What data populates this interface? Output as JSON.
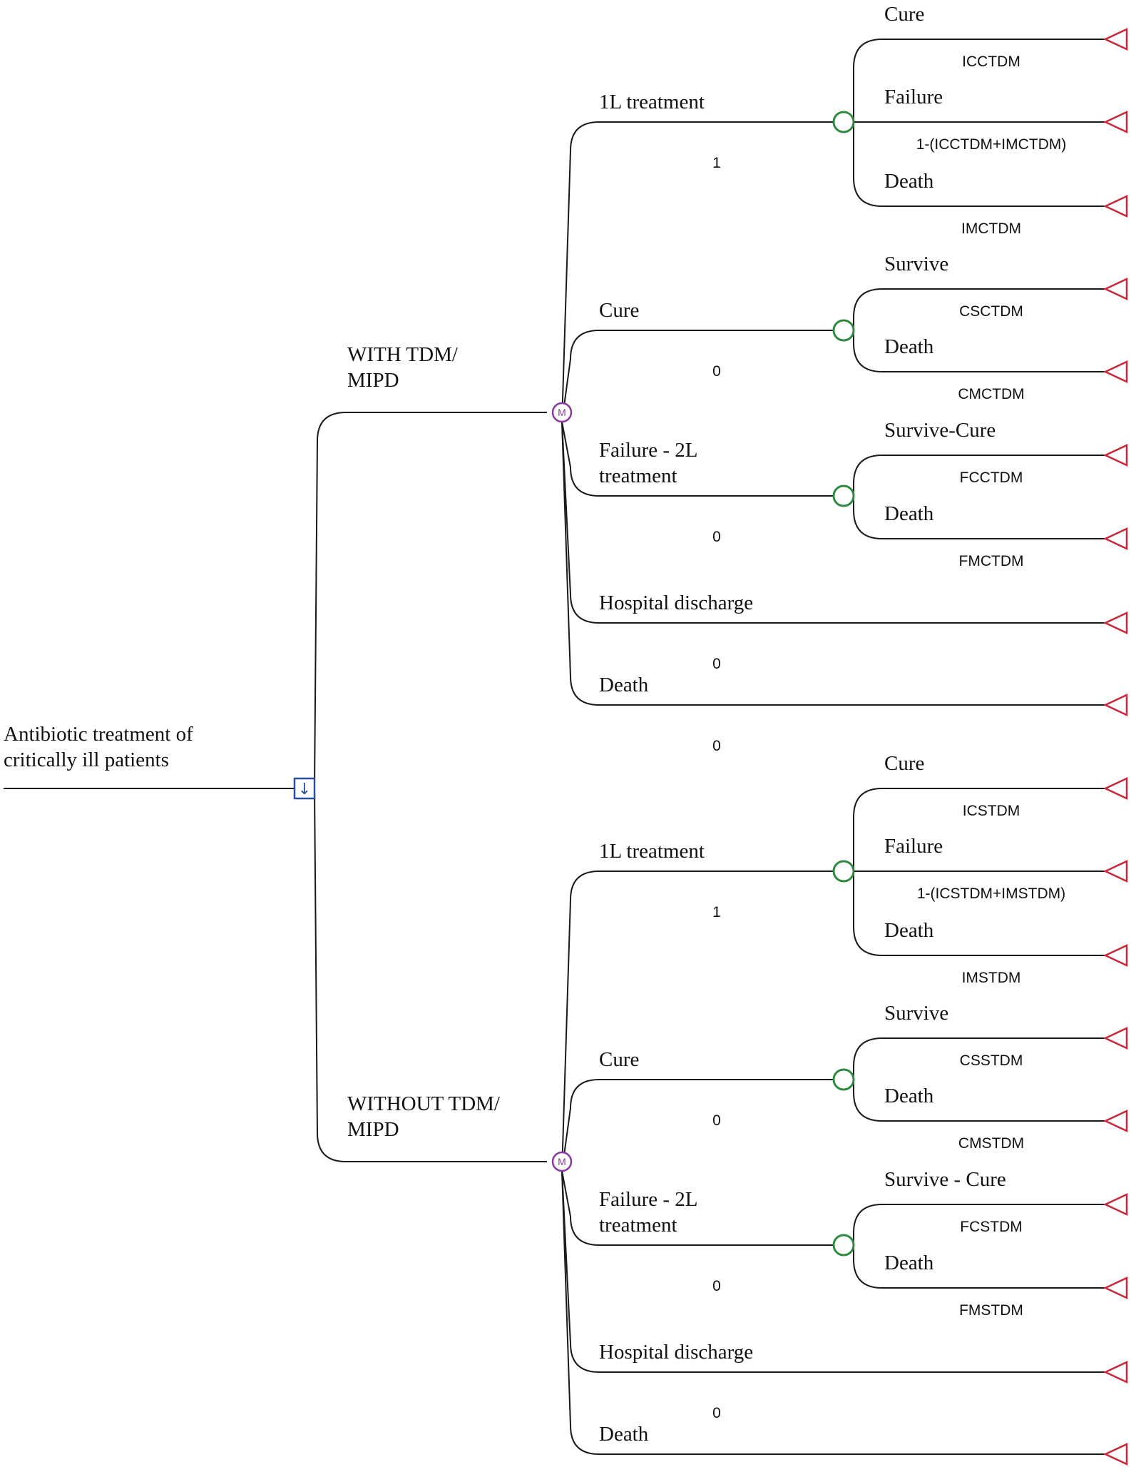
{
  "colors": {
    "line": "#1a1a1a",
    "decision_node": "#2a4f9e",
    "markov_node": "#8a3a9e",
    "chance_node": "#2e8b3e",
    "terminal_node": "#c8283a"
  },
  "icons": {
    "decision": "decision-square-icon",
    "markov": "markov-circle-icon",
    "chance": "chance-circle-icon",
    "terminal": "terminal-triangle-icon"
  },
  "root": {
    "label_lines": [
      "Antibiotic treatment of",
      "critically ill patients"
    ],
    "node_symbol": "↓",
    "arms": [
      {
        "label_lines": [
          "WITH TDM/",
          "MIPD"
        ],
        "node_symbol": "M",
        "states": [
          {
            "label_lines": [
              "1L treatment"
            ],
            "prob": "1",
            "outcomes": [
              {
                "label": "Cure",
                "prob": "ICCTDM"
              },
              {
                "label": "Failure",
                "prob": "1-(ICCTDM+IMCTDM)"
              },
              {
                "label": "Death",
                "prob": "IMCTDM"
              }
            ]
          },
          {
            "label_lines": [
              "Cure"
            ],
            "prob": "0",
            "outcomes": [
              {
                "label": "Survive",
                "prob": "CSCTDM"
              },
              {
                "label": "Death",
                "prob": "CMCTDM"
              }
            ]
          },
          {
            "label_lines": [
              "Failure - 2L",
              "treatment"
            ],
            "prob": "0",
            "outcomes": [
              {
                "label": "Survive-Cure",
                "prob": "FCCTDM"
              },
              {
                "label": "Death",
                "prob": "FMCTDM"
              }
            ]
          },
          {
            "label_lines": [
              "Hospital discharge"
            ],
            "prob": "0",
            "outcomes": []
          },
          {
            "label_lines": [
              "Death"
            ],
            "prob": "0",
            "outcomes": []
          }
        ]
      },
      {
        "label_lines": [
          "WITHOUT TDM/",
          "MIPD"
        ],
        "node_symbol": "M",
        "states": [
          {
            "label_lines": [
              "1L treatment"
            ],
            "prob": "1",
            "outcomes": [
              {
                "label": "Cure",
                "prob": "ICSTDM"
              },
              {
                "label": "Failure",
                "prob": "1-(ICSTDM+IMSTDM)"
              },
              {
                "label": "Death",
                "prob": "IMSTDM"
              }
            ]
          },
          {
            "label_lines": [
              "Cure"
            ],
            "prob": "0",
            "outcomes": [
              {
                "label": "Survive",
                "prob": "CSSTDM"
              },
              {
                "label": "Death",
                "prob": "CMSTDM"
              }
            ]
          },
          {
            "label_lines": [
              "Failure - 2L",
              "treatment"
            ],
            "prob": "0",
            "outcomes": [
              {
                "label": "Survive - Cure",
                "prob": "FCSTDM"
              },
              {
                "label": "Death",
                "prob": "FMSTDM"
              }
            ]
          },
          {
            "label_lines": [
              "Hospital discharge"
            ],
            "prob": "0",
            "outcomes": []
          },
          {
            "label_lines": [
              "Death"
            ],
            "prob": "0",
            "outcomes": []
          }
        ]
      }
    ]
  }
}
